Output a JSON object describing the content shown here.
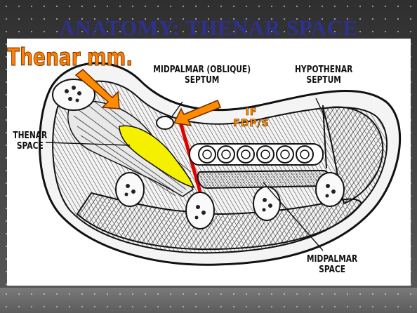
{
  "slide": {
    "title": "ANATOMY: THENAR SPACE"
  },
  "annotations": {
    "thenar_muscles": "Thenar mm.",
    "if_line1": "IF",
    "if_line2": "FDP/S"
  },
  "figure_labels": {
    "midpalmar_septum_line1": "MIDPALMAR (OBLIQUE)",
    "midpalmar_septum_line2": "SEPTUM",
    "hypothenar_septum_line1": "HYPOTHENAR",
    "hypothenar_septum_line2": "SEPTUM",
    "thenar_space_line1": "THENAR",
    "thenar_space_line2": "SPACE",
    "midpalmar_space_line1": "MIDPALMAR",
    "midpalmar_space_line2": "SPACE"
  },
  "colors": {
    "title": "#2e3192",
    "annotation": "#ff8c00",
    "septum_highlight": "#e00000",
    "thenar_space_fill": "#f5f000"
  }
}
